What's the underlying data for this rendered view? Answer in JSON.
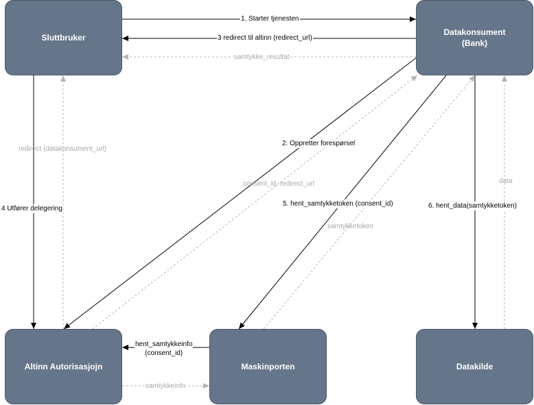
{
  "nodes": {
    "sluttbruker": "Sluttbruker",
    "datakonsument": "Datakonsument\n(Bank)",
    "altinn": "Altinn Autorisasjojn",
    "maskinporten": "Maskinporten",
    "datakilde": "Datakilde"
  },
  "edges": {
    "starter": "1. Starter tjenesten",
    "redirect_altinn": "3 redirect til altinn (redirect_url)",
    "samtykke_resultat": "samtykke_resultat",
    "redirect_datakonsument": "redirect (datakonsument_url)",
    "utforer": "4 Utfører delegering",
    "oppretter": "2. Oppretter forespørsel",
    "consent_id_redirect": "consent_id, redirect_url",
    "hent_samtykketoken": "5. hent_samtykketoken (consent_id)",
    "samtykketoken": "samtykketoken",
    "hent_data": "6. hent_data(samtykketoken)",
    "data": "data",
    "hent_samtykkeinfo": "hent_samtykkeinfo\n(consent_id)",
    "samtykkeinfo": "samtykkeinfo"
  },
  "colors": {
    "node_fill": "#66768a",
    "solid_edge": "#000000",
    "dashed_edge": "#b3b3b3"
  }
}
